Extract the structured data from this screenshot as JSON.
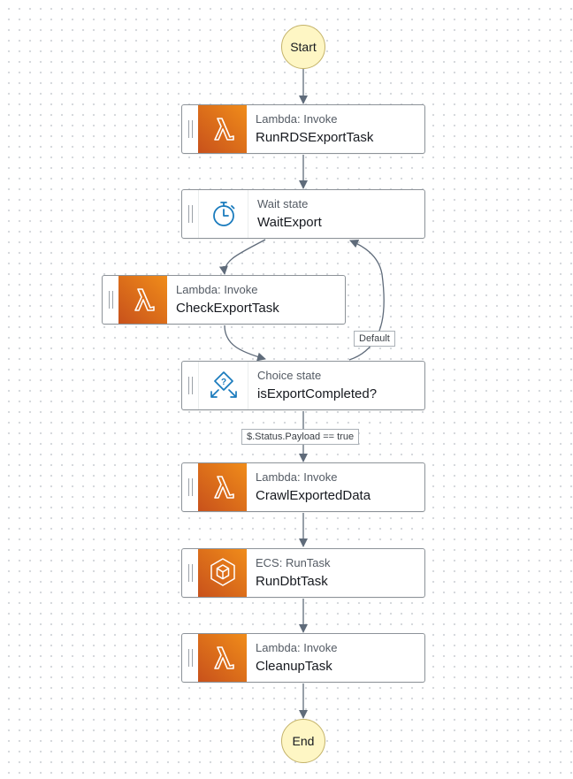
{
  "states": {
    "start": {
      "label": "Start"
    },
    "end": {
      "label": "End"
    },
    "run_rds_export_task": {
      "type": "Lambda: Invoke",
      "name": "RunRDSExportTask",
      "icon": "lambda-icon"
    },
    "wait_export": {
      "type": "Wait state",
      "name": "WaitExport",
      "icon": "stopwatch-icon"
    },
    "check_export_task": {
      "type": "Lambda: Invoke",
      "name": "CheckExportTask",
      "icon": "lambda-icon"
    },
    "is_export_completed": {
      "type": "Choice state",
      "name": "isExportCompleted?",
      "icon": "choice-icon"
    },
    "crawl_exported_data": {
      "type": "Lambda: Invoke",
      "name": "CrawlExportedData",
      "icon": "lambda-icon"
    },
    "run_dbt_task": {
      "type": "ECS: RunTask",
      "name": "RunDbtTask",
      "icon": "ecs-icon"
    },
    "cleanup_task": {
      "type": "Lambda: Invoke",
      "name": "CleanupTask",
      "icon": "lambda-icon"
    }
  },
  "edges": {
    "default_label": "Default",
    "condition_label": "$.Status.Payload == true"
  },
  "colors": {
    "lambda_orange": "#e4751c",
    "terminal_fill": "#fef6c4",
    "edge": "#5f6b7a",
    "icon_blue": "#1a7bbd"
  }
}
